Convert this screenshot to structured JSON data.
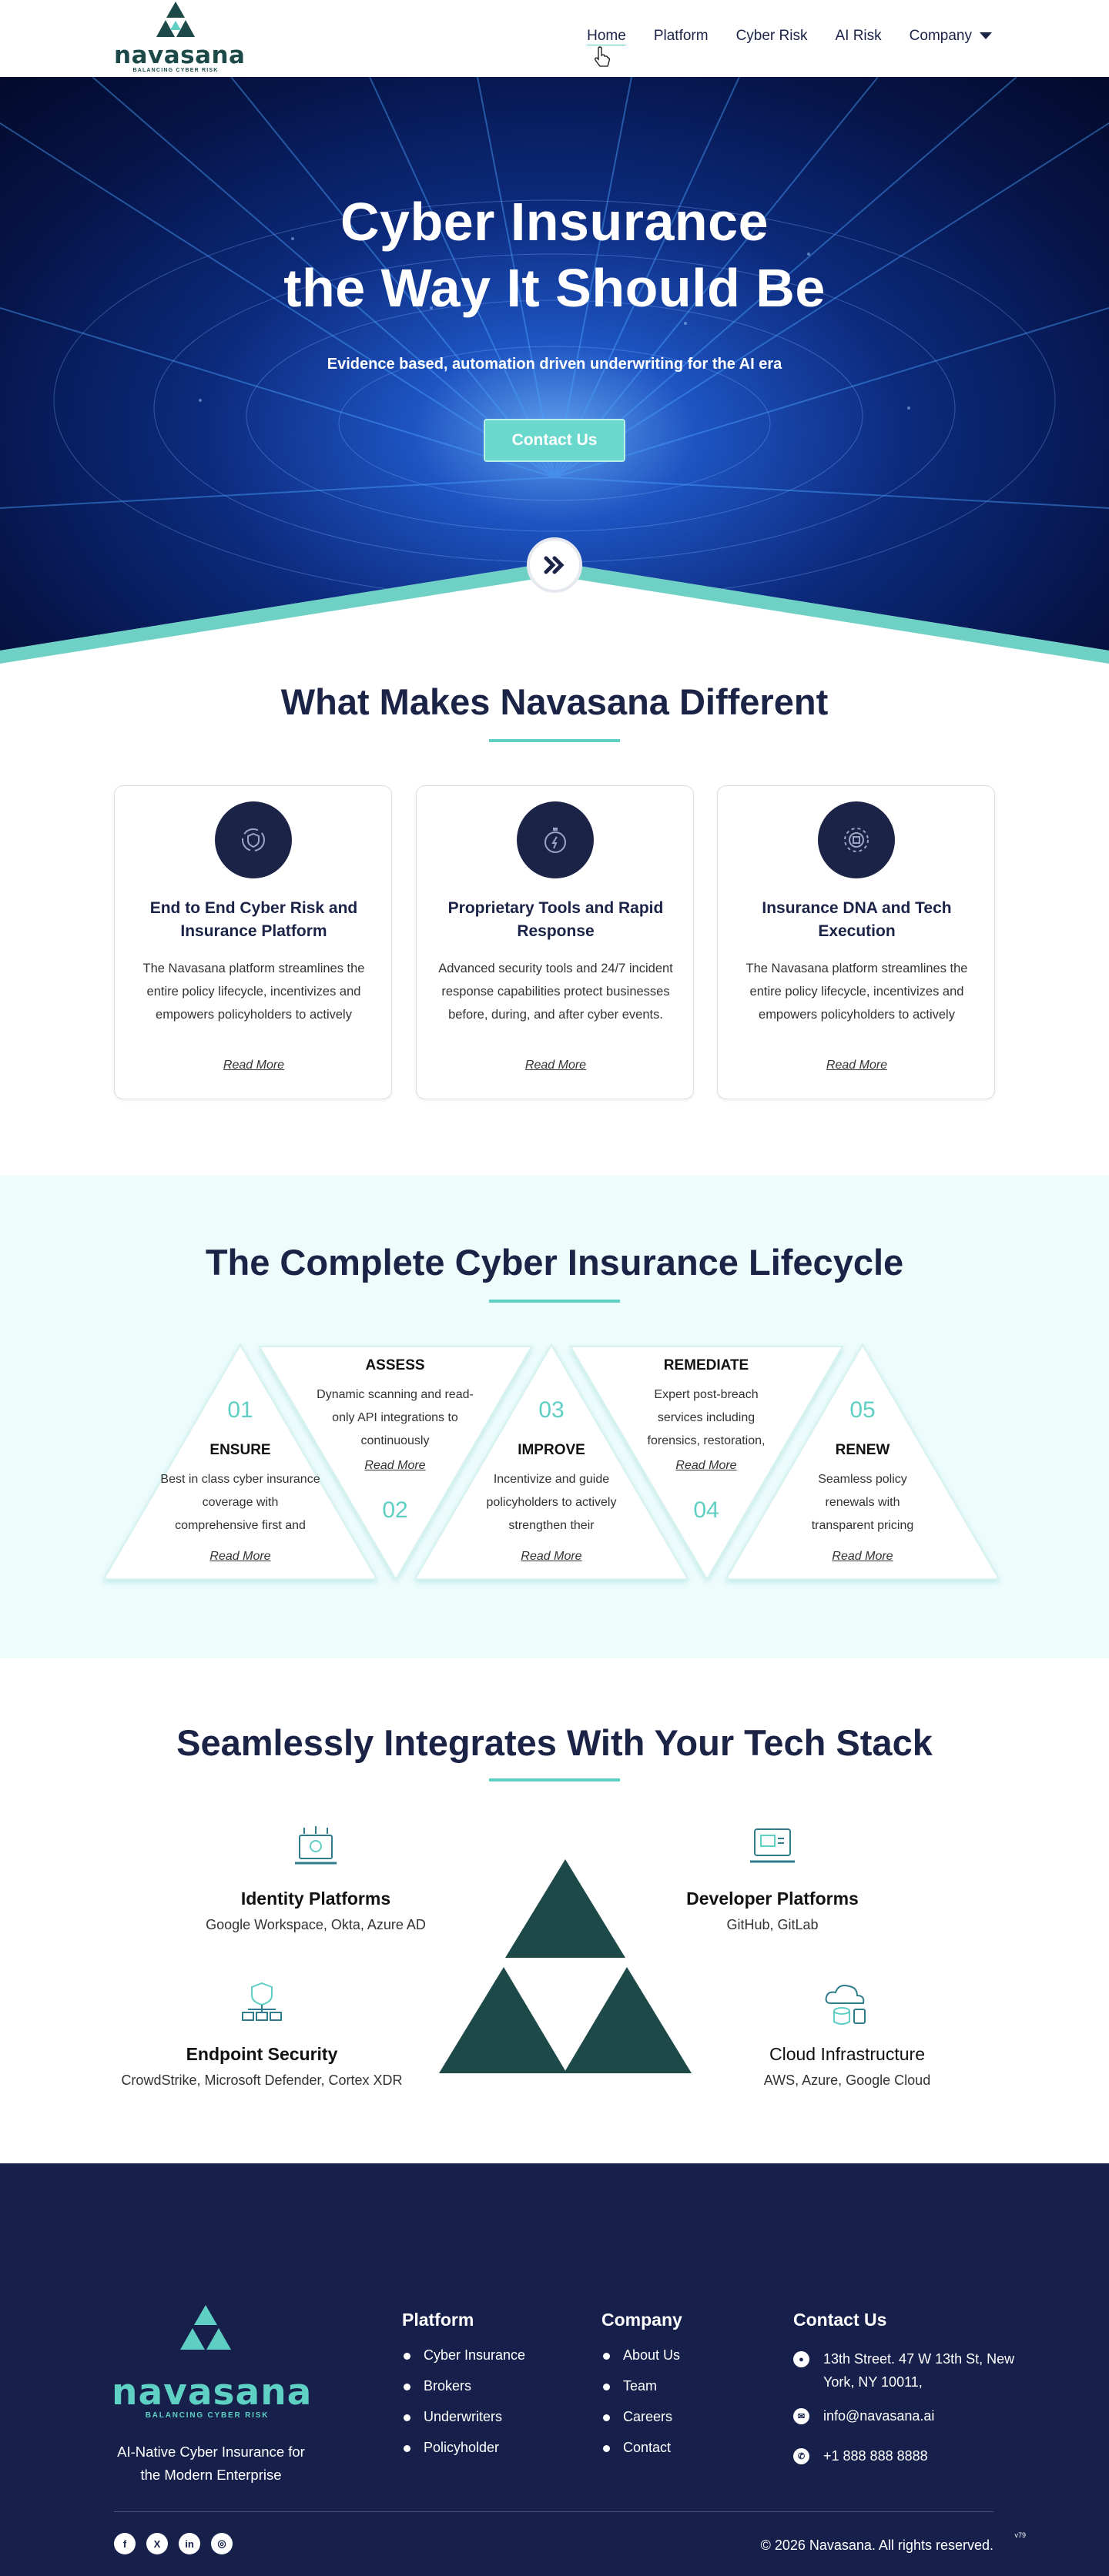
{
  "brand": {
    "name": "navasana",
    "tagline": "BALANCING CYBER RISK",
    "colors": {
      "primary": "#1b2347",
      "accent": "#5fcfc4",
      "logo_dark": "#1d4a49"
    }
  },
  "nav": {
    "items": [
      {
        "label": "Home",
        "active": true
      },
      {
        "label": "Platform"
      },
      {
        "label": "Cyber Risk"
      },
      {
        "label": "AI Risk"
      },
      {
        "label": "Company",
        "icon": "caret-down-icon"
      }
    ]
  },
  "hero": {
    "title_line1": "Cyber Insurance",
    "title_line2": "the Way It Should Be",
    "subtitle": "Evidence based, automation driven underwriting for the AI era",
    "cta": "Contact Us",
    "scroll_icon": "double-chevron-right-icon"
  },
  "different": {
    "title": "What Makes Navasana Different",
    "cards": [
      {
        "title": "End to End Cyber Risk and Insurance Platform",
        "text": "The Navasana platform streamlines the entire policy lifecycle, incentivizes and empowers policyholders to actively reduce their risk, and elevates brokers",
        "link": "Read More",
        "icon": "shield-cycle-icon"
      },
      {
        "title": "Proprietary Tools and Rapid Response",
        "text": "Advanced security tools and 24/7 incident response capabilities protect businesses before, during, and after cyber events.",
        "link": "Read More",
        "icon": "stopwatch-icon"
      },
      {
        "title": "Insurance DNA and Tech Execution",
        "text": "The Navasana platform streamlines the entire policy lifecycle, incentivizes and empowers policyholders to actively reduce their risk, and elevates brokers",
        "link": "Read More",
        "icon": "gear-chip-icon"
      }
    ]
  },
  "lifecycle": {
    "title": "The Complete Cyber Insurance Lifecycle",
    "steps": [
      {
        "num": "01",
        "title": "ENSURE",
        "text": "Best in class cyber insurance coverage with comprehensive first and",
        "link": "Read More"
      },
      {
        "num": "02",
        "title": "ASSESS",
        "text": "Dynamic scanning and read-only API integrations to continuously",
        "link": "Read More"
      },
      {
        "num": "03",
        "title": "IMPROVE",
        "text": "Incentivize and guide policyholders to actively strengthen their",
        "link": "Read More"
      },
      {
        "num": "04",
        "title": "REMEDIATE",
        "text": "Expert post-breach services including forensics, restoration,",
        "link": "Read More"
      },
      {
        "num": "05",
        "title": "RENEW",
        "text": "Seamless policy renewals with transparent pricing",
        "link": "Read More"
      }
    ]
  },
  "integrations": {
    "title": "Seamlessly Integrates With Your Tech Stack",
    "items": [
      {
        "title": "Identity Platforms",
        "text": "Google Workspace, Okta, Azure AD",
        "icon": "identity-laptop-icon"
      },
      {
        "title": "Developer Platforms",
        "text": "GitHub, GitLab",
        "icon": "developer-laptop-icon"
      },
      {
        "title": "Endpoint Security",
        "text": "CrowdStrike, Microsoft Defender, Cortex XDR",
        "icon": "endpoint-shield-icon"
      },
      {
        "title": "Cloud Infrastructure",
        "text": "AWS, Azure, Google Cloud",
        "icon": "cloud-database-icon"
      }
    ]
  },
  "footer": {
    "description": "AI-Native Cyber Insurance for the Modern Enterprise",
    "platform": {
      "title": "Platform",
      "links": [
        "Cyber Insurance",
        "Brokers",
        "Underwriters",
        "Policyholder"
      ]
    },
    "company": {
      "title": "Company",
      "links": [
        "About Us",
        "Team",
        "Careers",
        "Contact"
      ]
    },
    "contact": {
      "title": "Contact Us",
      "address": "13th Street. 47 W 13th St, New York, NY 10011,",
      "email": "info@navasana.ai",
      "phone": "+1 888 888 8888"
    },
    "socials": [
      "facebook-icon",
      "x-icon",
      "linkedin-icon",
      "instagram-icon"
    ],
    "copyright": "© 2026 Navasana. All rights reserved.",
    "version": "v79"
  }
}
